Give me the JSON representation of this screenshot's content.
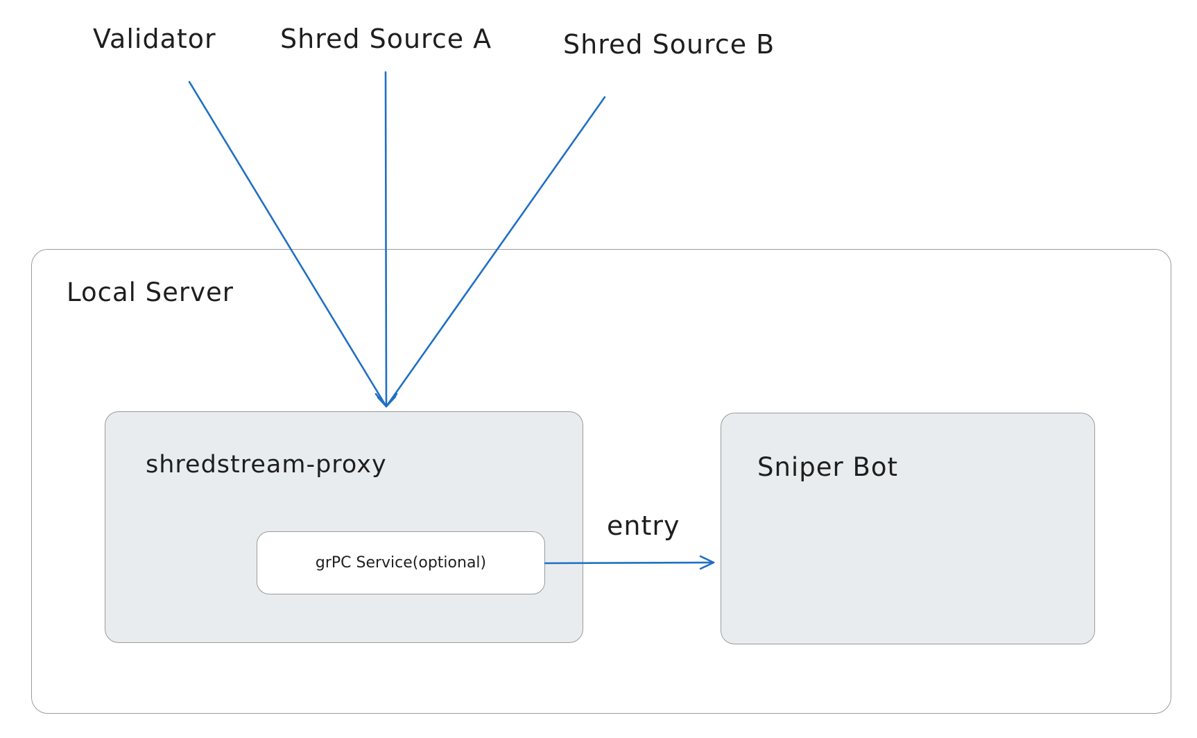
{
  "sources": {
    "validator": "Validator",
    "shred_source_a": "Shred Source A",
    "shred_source_b": "Shred Source B"
  },
  "local_server": {
    "title": "Local Server"
  },
  "proxy": {
    "title": "shredstream-proxy",
    "grpc_service": "grPC Service(optional)"
  },
  "sniper_bot": {
    "title": "Sniper Bot"
  },
  "edges": {
    "entry_label": "entry"
  },
  "colors": {
    "arrow": "#1f6fc4",
    "box_fill": "#e9ecef",
    "box_stroke": "#9a9a9a",
    "text": "#1e1e1e"
  }
}
